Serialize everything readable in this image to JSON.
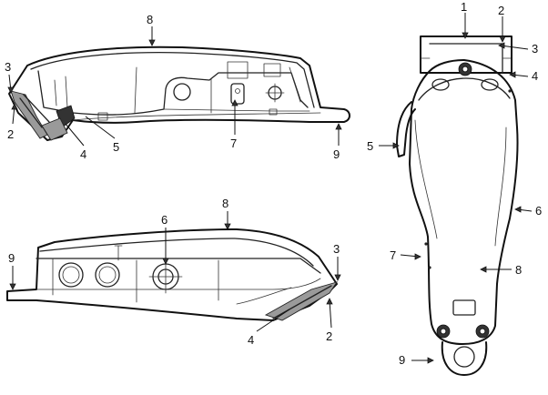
{
  "callouts": {
    "view_top_left": [
      "8",
      "3",
      "2",
      "4",
      "5",
      "7",
      "9"
    ],
    "view_bottom_left": [
      "8",
      "6",
      "9",
      "3",
      "2",
      "4"
    ],
    "view_right": [
      "1",
      "2",
      "3",
      "4",
      "5",
      "6",
      "7",
      "8",
      "9"
    ]
  }
}
